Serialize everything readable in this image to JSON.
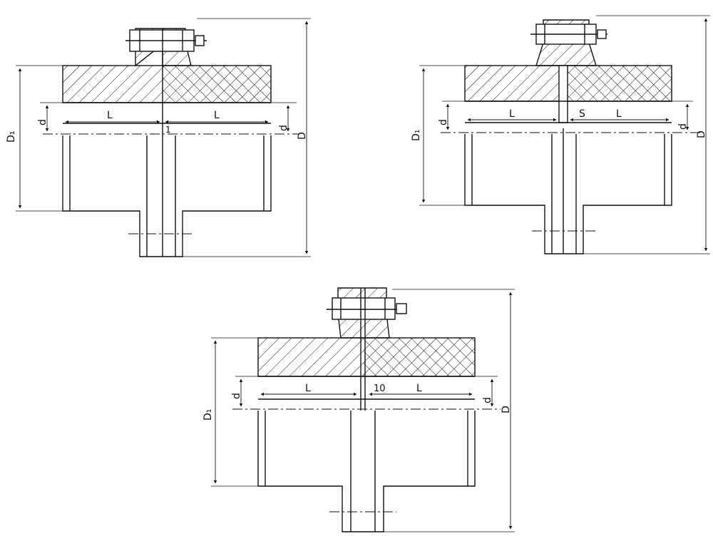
{
  "colors": {
    "ink": "#111111",
    "background": "#ffffff"
  },
  "drawings": [
    {
      "id": "coupling-1",
      "labels": {
        "hub_bore": "D₁",
        "outer_diameter": "D",
        "shaft_left": "d",
        "shaft_right": "d",
        "length_left": "L",
        "length_right": "L",
        "gap": "1"
      }
    },
    {
      "id": "coupling-2",
      "labels": {
        "hub_bore": "D₁",
        "outer_diameter": "D",
        "shaft_left": "d",
        "shaft_right": "d",
        "length_left": "L",
        "length_right": "L",
        "gap": "S"
      }
    },
    {
      "id": "coupling-3",
      "labels": {
        "hub_bore": "D₁",
        "outer_diameter": "D",
        "shaft_left": "d",
        "shaft_right": "d",
        "length_left": "L",
        "length_right": "L",
        "gap": "10"
      }
    }
  ]
}
